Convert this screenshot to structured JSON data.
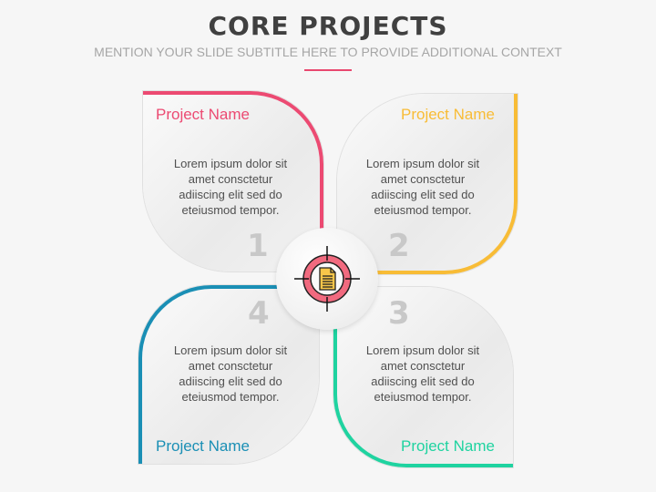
{
  "header": {
    "title": "CORE PROJECTS",
    "subtitle": "MENTION YOUR SLIDE SUBTITLE HERE TO PROVIDE ADDITIONAL CONTEXT",
    "accent": "#e9486f"
  },
  "center_icon": "document-target-icon",
  "projects": [
    {
      "number": "1",
      "name": "Project Name",
      "description_lines": [
        "Lorem ipsum dolor sit",
        "amet consctetur",
        "adiiscing elit sed do",
        "eteiusmod tempor."
      ],
      "color": "#ec4a72"
    },
    {
      "number": "2",
      "name": "Project Name",
      "description_lines": [
        "Lorem ipsum dolor sit",
        "amet consctetur",
        "adiiscing elit sed do",
        "eteiusmod tempor."
      ],
      "color": "#f8bc36"
    },
    {
      "number": "3",
      "name": "Project Name",
      "description_lines": [
        "Lorem ipsum dolor sit",
        "amet consctetur",
        "adiiscing elit sed do",
        "eteiusmod tempor."
      ],
      "color": "#1fd3a0"
    },
    {
      "number": "4",
      "name": "Project Name",
      "description_lines": [
        "Lorem ipsum dolor sit",
        "amet consctetur",
        "adiiscing elit sed do",
        "eteiusmod tempor."
      ],
      "color": "#1a8fb5"
    }
  ]
}
